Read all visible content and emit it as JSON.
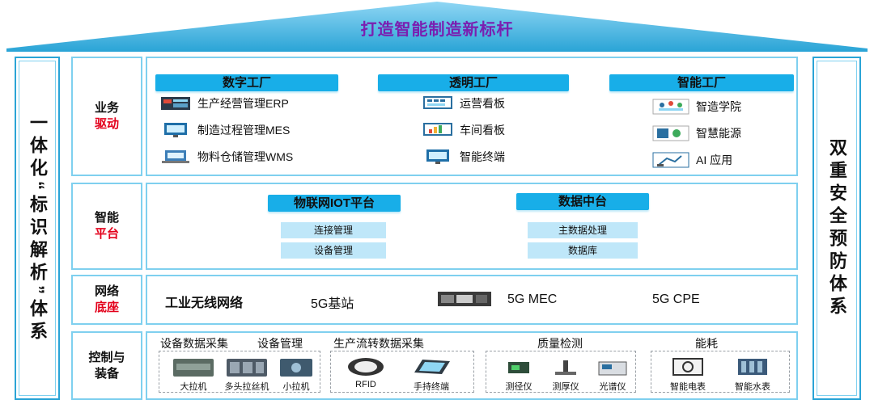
{
  "header": {
    "title": "打造智能制造新标杆"
  },
  "left_pillar": {
    "text": "一体化“标识解析”体系"
  },
  "right_pillar": {
    "text": "双重安全预防体系"
  },
  "rows": {
    "business": {
      "label_top": "业务",
      "label_red": "驱动"
    },
    "platform": {
      "label_top": "智能",
      "label_red": "平台"
    },
    "network": {
      "label_top": "网络",
      "label_red": "底座"
    },
    "control": {
      "label_top": "控制与",
      "label_bottom": "装备"
    }
  },
  "business": {
    "digital_factory": {
      "title": "数字工厂",
      "items": [
        "生产经营管理ERP",
        "制造过程管理MES",
        "物料仓储管理WMS"
      ]
    },
    "transparent_factory": {
      "title": "透明工厂",
      "items": [
        "运营看板",
        "车间看板",
        "智能终端"
      ]
    },
    "smart_factory": {
      "title": "智能工厂",
      "items": [
        "智造学院",
        "智慧能源",
        "AI 应用"
      ]
    }
  },
  "platform": {
    "iot": {
      "title": "物联网IOT平台",
      "items": [
        "连接管理",
        "设备管理"
      ]
    },
    "data": {
      "title": "数据中台",
      "items": [
        "主数据处理",
        "数据库"
      ]
    }
  },
  "network": {
    "items": [
      "工业无线网络",
      "5G基站",
      "5G MEC",
      "5G CPE"
    ]
  },
  "control": {
    "groups": [
      {
        "label": "设备数据采集",
        "label2": "设备管理",
        "devices": [
          "大拉机",
          "多头拉丝机",
          "小拉机"
        ]
      },
      {
        "label": "生产流转数据采集",
        "devices": [
          "RFID",
          "手持终端"
        ]
      },
      {
        "label": "质量检测",
        "devices": [
          "测径仪",
          "测厚仪",
          "光谱仪"
        ]
      },
      {
        "label": "能耗",
        "devices": [
          "智能电表",
          "智能水表"
        ]
      }
    ]
  },
  "colors": {
    "accent": "#18aee8",
    "border": "#7fd0ef",
    "red": "#e3001b",
    "title": "#7a1fb0"
  }
}
